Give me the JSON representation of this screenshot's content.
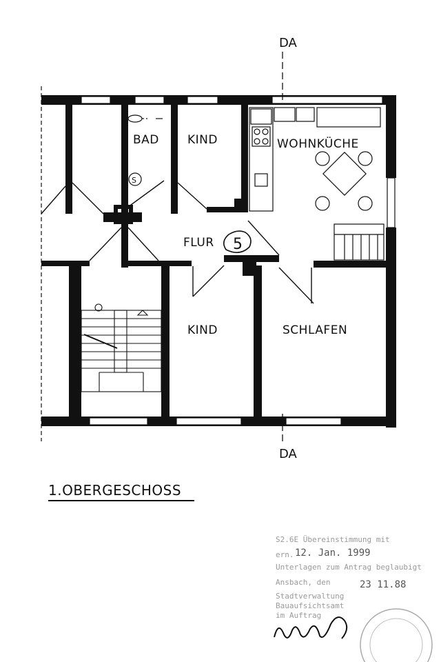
{
  "section_marks": {
    "top": "DA",
    "bottom": "DA"
  },
  "rooms": {
    "bad": "BAD",
    "kind_top": "KIND",
    "wohnkueche": "WOHNKÜCHE",
    "flur": "FLUR",
    "flur_number": "5",
    "kind_bottom": "KIND",
    "schlafen": "SCHLAFEN"
  },
  "fixtures": {
    "bath_symbol": "S"
  },
  "floor_title": "1.OBERGESCHOSS",
  "stamp": {
    "line1": "S2.6E Übereinstimmung mit",
    "line2_prefix": "ern.",
    "date_handwritten": "12. Jan. 1999",
    "line3": "Unterlagen zum Antrag beglaubigt",
    "line4": "Ansbach, den",
    "date2": "23 11.88",
    "line5": "Stadtverwaltung",
    "line6": "Bauaufsichtsamt",
    "line7": "im Auftrag"
  }
}
